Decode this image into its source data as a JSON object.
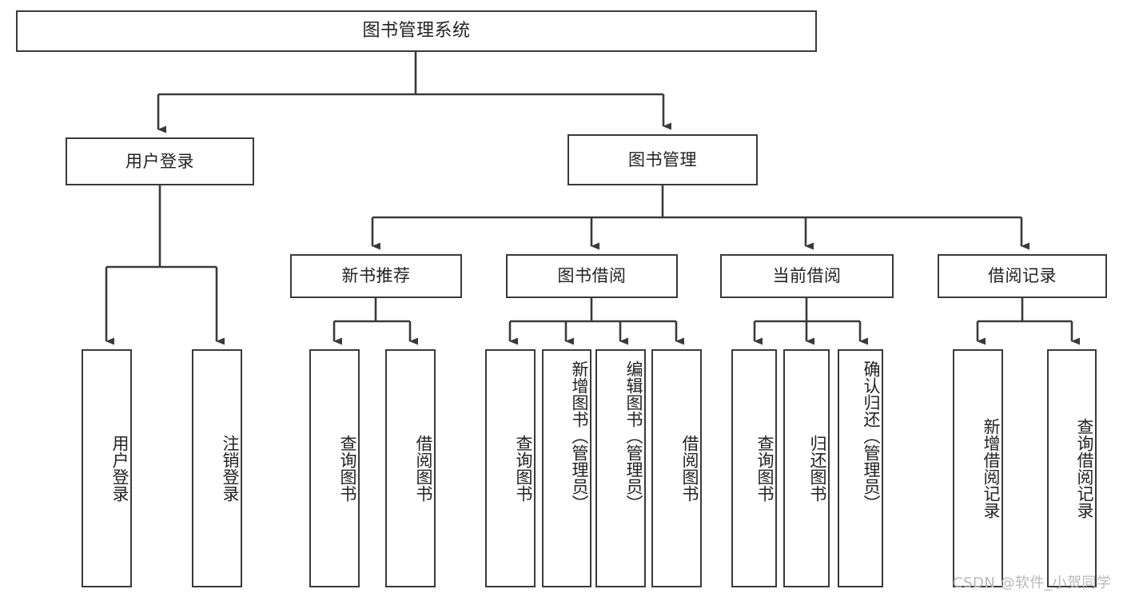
{
  "diagram": {
    "title": "图书管理系统",
    "type": "tree",
    "watermark": "CSDN @软件_小贺同学",
    "colors": {
      "box_border": "#3a3a3a",
      "box_fill": "#ffffff",
      "connector": "#3a3a3a",
      "text": "#222222",
      "watermark": "#b9b9b9",
      "background": "#ffffff"
    },
    "nodes": {
      "root": {
        "label": "图书管理系统"
      },
      "level1": [
        {
          "label": "用户登录"
        },
        {
          "label": "图书管理"
        }
      ],
      "level2": [
        {
          "label": "新书推荐"
        },
        {
          "label": "图书借阅"
        },
        {
          "label": "当前借阅"
        },
        {
          "label": "借阅记录"
        }
      ],
      "leaves": {
        "user_login": [
          {
            "label": "用户登录"
          },
          {
            "label": "注销登录"
          }
        ],
        "new_book_recommend": [
          {
            "label": "查询图书"
          },
          {
            "label": "借阅图书"
          }
        ],
        "book_borrow": [
          {
            "label": "查询图书"
          },
          {
            "label": "新增图书（管理员）"
          },
          {
            "label": "编辑图书（管理员）"
          },
          {
            "label": "借阅图书"
          }
        ],
        "current_borrow": [
          {
            "label": "查询图书"
          },
          {
            "label": "归还图书"
          },
          {
            "label": "确认归还（管理员）"
          }
        ],
        "borrow_record": [
          {
            "label": "新增借阅记录"
          },
          {
            "label": "查询借阅记录"
          }
        ]
      }
    }
  }
}
